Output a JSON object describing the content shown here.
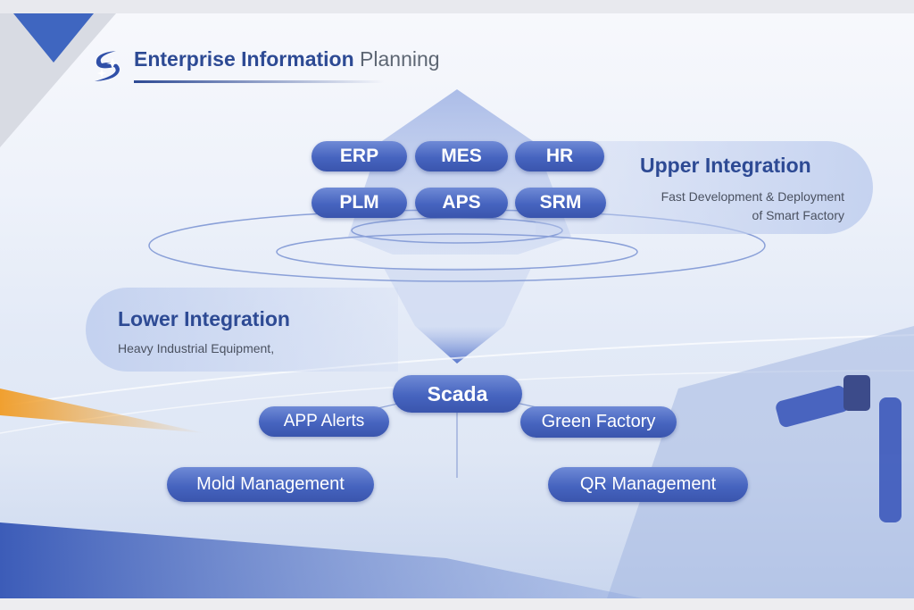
{
  "header": {
    "title_main": "Enterprise Information",
    "title_tail": "Planning",
    "logo": "star-s-logo"
  },
  "upper_modules": [
    "ERP",
    "MES",
    "HR",
    "PLM",
    "APS",
    "SRM"
  ],
  "upper_panel": {
    "title": "Upper Integration",
    "line1": "Fast Development & Deployment",
    "line2": "of Smart Factory"
  },
  "lower_panel": {
    "title": "Lower Integration",
    "line1": "Heavy Industrial Equipment,"
  },
  "lower_modules": {
    "center": "Scada",
    "app_alerts": "APP Alerts",
    "green_factory": "Green Factory",
    "mold": "Mold Management",
    "qr": "QR Management"
  },
  "colors": {
    "accent": "#4664bf",
    "title": "#2d4a94",
    "orange": "#f0a030"
  }
}
